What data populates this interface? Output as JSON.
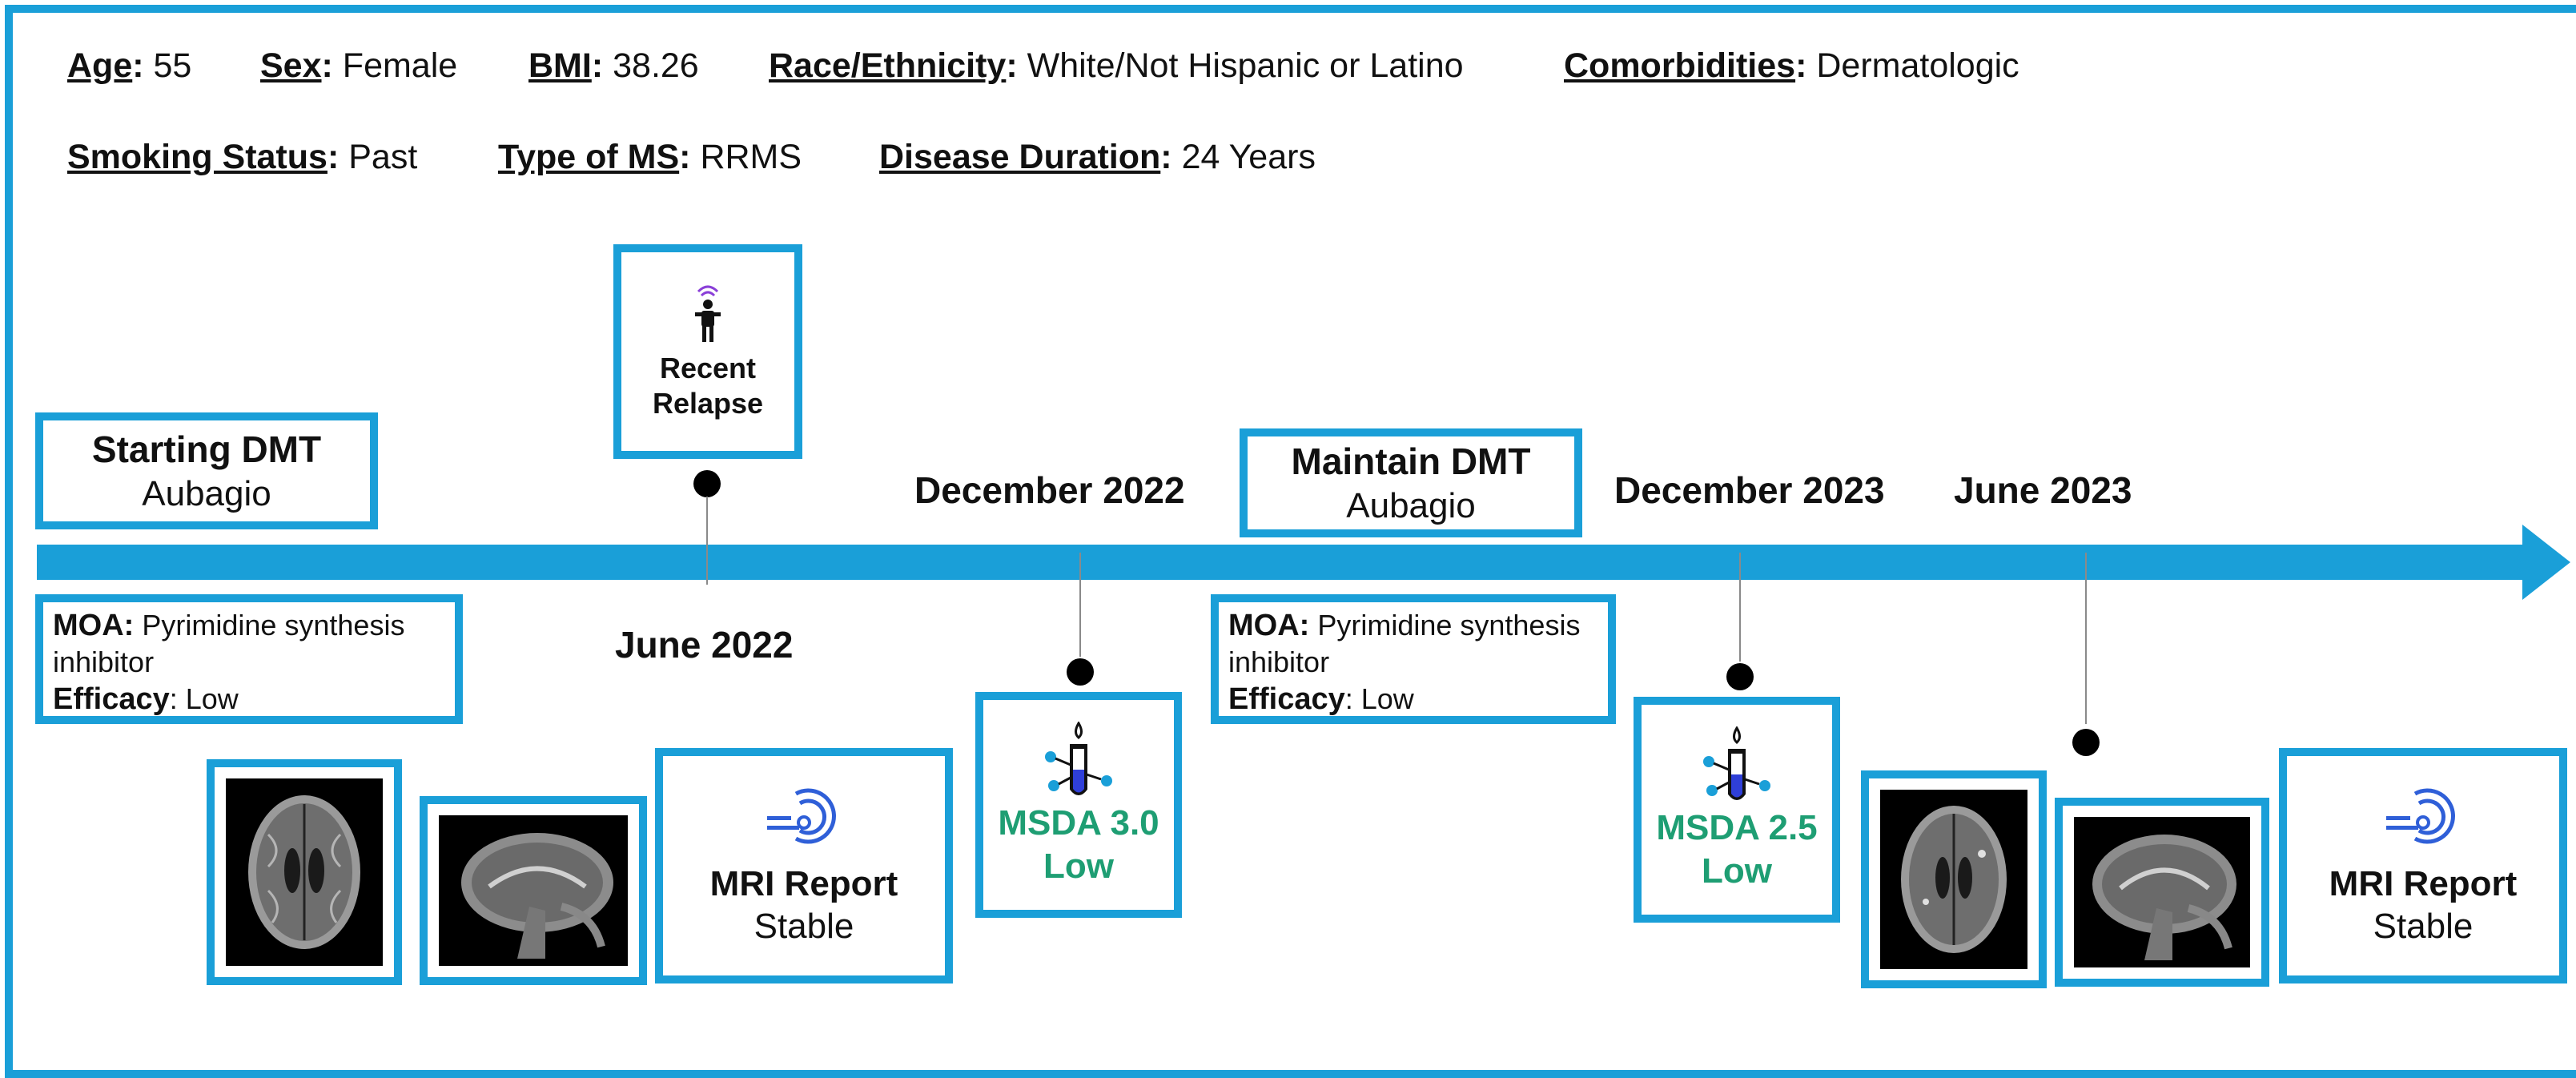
{
  "header": {
    "age_label": "Age",
    "age_value": "55",
    "sex_label": "Sex",
    "sex_value": "Female",
    "bmi_label": "BMI",
    "bmi_value": "38.26",
    "race_label": "Race/Ethnicity",
    "race_value": "White/Not Hispanic or Latino",
    "comorb_label": "Comorbidities",
    "comorb_value": "Dermatologic",
    "smoking_label": "Smoking Status",
    "smoking_value": "Past",
    "ms_type_label": "Type of MS",
    "ms_type_value": "RRMS",
    "duration_label": "Disease Duration",
    "duration_value": "24 Years"
  },
  "timeline": {
    "start_dmt": {
      "title": "Starting DMT",
      "drug": "Aubagio"
    },
    "start_moa": {
      "moa_label": "MOA:",
      "moa_value": "Pyrimidine synthesis",
      "moa_value2": "inhibitor",
      "efficacy_label": "Efficacy",
      "efficacy_value": "Low"
    },
    "relapse": {
      "line1": "Recent",
      "line2": "Relapse"
    },
    "date_june_2022": "June 2022",
    "date_dec_2022": "December 2022",
    "maintain_dmt": {
      "title": "Maintain DMT",
      "drug": "Aubagio"
    },
    "maintain_moa": {
      "moa_label": "MOA:",
      "moa_value": "Pyrimidine synthesis",
      "moa_value2": "inhibitor",
      "efficacy_label": "Efficacy",
      "efficacy_value": "Low"
    },
    "date_dec_2023": "December 2023",
    "date_june_2023": "June 2023",
    "msda_1": {
      "line1": "MSDA 3.0",
      "line2": "Low"
    },
    "msda_2": {
      "line1": "MSDA 2.5",
      "line2": "Low"
    },
    "mri_1": {
      "line1": "MRI Report",
      "line2": "Stable"
    },
    "mri_2": {
      "line1": "MRI Report",
      "line2": "Stable"
    }
  },
  "colors": {
    "accent": "#1a9fd8",
    "green": "#1e9e73",
    "icon_blue": "#2f5fd8",
    "icon_purple": "#8a3fd8"
  }
}
